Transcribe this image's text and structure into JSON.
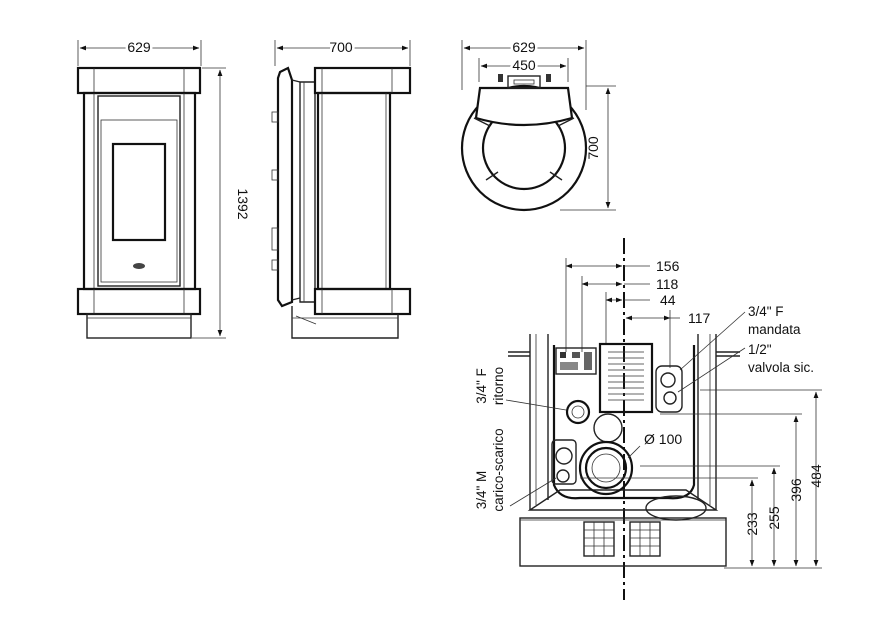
{
  "front_view": {
    "width_label": "629",
    "height_label": "1392"
  },
  "side_view": {
    "depth_label": "700"
  },
  "top_view": {
    "width_label": "629",
    "inner_width_label": "450",
    "depth_label": "700"
  },
  "rear_view": {
    "dims_horizontal": [
      "156",
      "118",
      "44",
      "117"
    ],
    "dims_vertical": [
      "233",
      "255",
      "396",
      "484"
    ],
    "labels": {
      "mandata_size": "3/4\" F",
      "mandata_name": "mandata",
      "valvola_size": "1/2\"",
      "valvola_name": "valvola sic.",
      "ritorno_size": "3/4\" F",
      "ritorno_name": "ritorno",
      "carico_size": "3/4\" M",
      "carico_name": "carico-scarico",
      "diameter_label": "Ø 100"
    }
  }
}
